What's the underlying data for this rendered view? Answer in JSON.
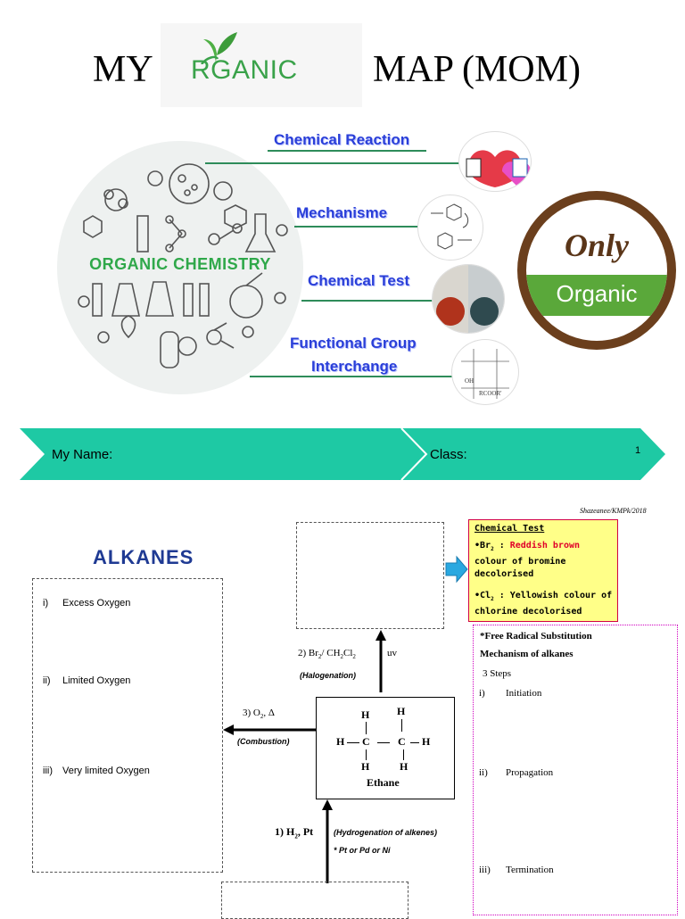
{
  "title": {
    "left_word": "MY",
    "logo_text": "RGANIC",
    "right_word": "MAP (MOM)"
  },
  "infographic": {
    "circle_label": "ORGANIC CHEMISTRY",
    "branches": [
      {
        "label": "Chemical Reaction"
      },
      {
        "label": "Mechanisme"
      },
      {
        "label": "Chemical Test"
      },
      {
        "label_line1": "Functional Group",
        "label_line2": "Interchange"
      }
    ],
    "badge_top": "Only",
    "badge_bottom": "Organic",
    "thumb_fg": {
      "cell1": "OH",
      "cell2": "RCOOR'"
    }
  },
  "banner": {
    "name_label": "My Name:",
    "class_label": "Class:",
    "page_number": "1"
  },
  "credit": "Shazeanee/KMPk/2018",
  "alkanes": {
    "heading": "ALKANES",
    "items": [
      {
        "num": "i)",
        "text": "Excess Oxygen"
      },
      {
        "num": "ii)",
        "text": "Limited Oxygen"
      },
      {
        "num": "iii)",
        "text": "Very limited Oxygen"
      }
    ]
  },
  "chemical_test": {
    "title": "Chemical Test",
    "br_prefix": "•Br",
    "br_sub": "2",
    "br_sep": " : ",
    "br_color": "Reddish brown",
    "br_rest": "colour of bromine decolorised",
    "cl_prefix": "•Cl",
    "cl_sub": "2",
    "cl_rest": " : Yellowish colour of chlorine decolorised"
  },
  "mechanism": {
    "line1": "*Free Radical Substitution",
    "line2": "Mechanism of alkanes",
    "steps_label": "3 Steps",
    "steps": [
      {
        "num": "i)",
        "text": "Initiation"
      },
      {
        "num": "ii)",
        "text": "Propagation"
      },
      {
        "num": "iii)",
        "text": "Termination"
      }
    ]
  },
  "reactions": {
    "halogenation_reagent_a": "2) Br",
    "halogenation_reagent_sub1": "2",
    "halogenation_reagent_b": "/ CH",
    "halogenation_reagent_sub2": "2",
    "halogenation_reagent_c": "Cl",
    "halogenation_reagent_sub3": "2",
    "uv": "uv",
    "halogenation_label": "(Halogenation)",
    "combustion_reagent": "3) O",
    "combustion_sub": "2",
    "combustion_cond": ", Δ",
    "combustion_label": "(Combustion)",
    "hydrogenation_reagent": "1) H",
    "hydrogenation_sub": "2",
    "hydrogenation_cond": ", Pt",
    "hydrogenation_label": "(Hydrogenation of alkenes)",
    "catalyst_note": "* Pt or Pd or Ni"
  },
  "ethane": {
    "h": "H",
    "c": "C",
    "bond": "—",
    "name": "Ethane"
  },
  "colors": {
    "branch_blue": "#2a3fd8",
    "logo_green": "#3aa24a",
    "banner_teal": "#1ec9a4",
    "heading_blue": "#1f3a93",
    "chem_red": "#e0002a",
    "arrow_blue": "#29a8e0"
  }
}
